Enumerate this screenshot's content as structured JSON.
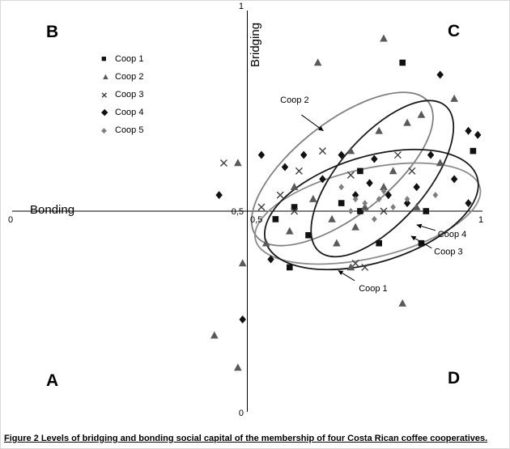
{
  "caption": "Figure 2 Levels of bridging and bonding social capital of the membership of four Costa Rican coffee cooperatives.",
  "chart_data": {
    "type": "scatter",
    "xlabel": "Bonding",
    "ylabel": "Bridging",
    "xlim": [
      0,
      1
    ],
    "ylim": [
      0,
      1
    ],
    "axes_cross": [
      0.5,
      0.5
    ],
    "grid": false,
    "legend_position": "upper-left",
    "ticks": {
      "y_top": "1",
      "y_mid": "0,5",
      "y_bottom": "0",
      "x_left": "0",
      "x_mid": "0,5",
      "x_right": "1"
    },
    "quadrant_labels": {
      "top_left": "B",
      "top_right": "C",
      "bottom_left": "A",
      "bottom_right": "D"
    },
    "series": [
      {
        "name": "Coop 1",
        "marker": "square",
        "glyph": "■",
        "color": "#111111",
        "size": 1,
        "points": [
          [
            0.56,
            0.48
          ],
          [
            0.59,
            0.36
          ],
          [
            0.63,
            0.44
          ],
          [
            0.7,
            0.52
          ],
          [
            0.74,
            0.6
          ],
          [
            0.78,
            0.42
          ],
          [
            0.83,
            0.87
          ],
          [
            0.87,
            0.42
          ],
          [
            0.88,
            0.5
          ],
          [
            0.98,
            0.65
          ],
          [
            0.74,
            0.5
          ],
          [
            0.6,
            0.51
          ]
        ]
      },
      {
        "name": "Coop 2",
        "marker": "triangle",
        "glyph": "▲",
        "color": "#595959",
        "size": 1,
        "points": [
          [
            0.79,
            0.93
          ],
          [
            0.65,
            0.87
          ],
          [
            0.94,
            0.78
          ],
          [
            0.87,
            0.74
          ],
          [
            0.84,
            0.72
          ],
          [
            0.78,
            0.7
          ],
          [
            0.72,
            0.65
          ],
          [
            0.48,
            0.62
          ],
          [
            0.6,
            0.56
          ],
          [
            0.79,
            0.56
          ],
          [
            0.68,
            0.48
          ],
          [
            0.73,
            0.46
          ],
          [
            0.49,
            0.37
          ],
          [
            0.72,
            0.36
          ],
          [
            0.83,
            0.27
          ],
          [
            0.43,
            0.19
          ],
          [
            0.48,
            0.11
          ],
          [
            0.54,
            0.42
          ],
          [
            0.75,
            0.51
          ],
          [
            0.81,
            0.6
          ],
          [
            0.86,
            0.51
          ],
          [
            0.91,
            0.62
          ],
          [
            0.69,
            0.42
          ],
          [
            0.64,
            0.53
          ],
          [
            0.59,
            0.45
          ]
        ]
      },
      {
        "name": "Coop 3",
        "marker": "x",
        "glyph": "×",
        "color": "#3f3f3f",
        "size": 1,
        "points": [
          [
            0.45,
            0.62
          ],
          [
            0.53,
            0.51
          ],
          [
            0.6,
            0.5
          ],
          [
            0.66,
            0.65
          ],
          [
            0.72,
            0.59
          ],
          [
            0.73,
            0.37
          ],
          [
            0.75,
            0.36
          ],
          [
            0.79,
            0.5
          ],
          [
            0.85,
            0.6
          ],
          [
            0.61,
            0.6
          ],
          [
            0.57,
            0.54
          ],
          [
            0.82,
            0.64
          ]
        ]
      },
      {
        "name": "Coop 4",
        "marker": "diamond",
        "glyph": "◆",
        "color": "#111111",
        "size": 1,
        "points": [
          [
            0.44,
            0.54
          ],
          [
            0.53,
            0.64
          ],
          [
            0.62,
            0.64
          ],
          [
            0.7,
            0.64
          ],
          [
            0.77,
            0.63
          ],
          [
            0.8,
            0.54
          ],
          [
            0.86,
            0.56
          ],
          [
            0.91,
            0.84
          ],
          [
            0.97,
            0.7
          ],
          [
            0.99,
            0.69
          ],
          [
            0.97,
            0.52
          ],
          [
            0.55,
            0.38
          ],
          [
            0.49,
            0.23
          ],
          [
            0.58,
            0.61
          ],
          [
            0.66,
            0.58
          ],
          [
            0.73,
            0.54
          ],
          [
            0.76,
            0.57
          ],
          [
            0.84,
            0.52
          ],
          [
            0.89,
            0.64
          ],
          [
            0.94,
            0.58
          ]
        ]
      },
      {
        "name": "Coop 5",
        "marker": "diamond",
        "glyph": "◆",
        "color": "#7f7f7f",
        "size": 0.8,
        "points": [
          [
            0.7,
            0.56
          ],
          [
            0.73,
            0.53
          ],
          [
            0.75,
            0.52
          ],
          [
            0.78,
            0.53
          ],
          [
            0.81,
            0.51
          ],
          [
            0.9,
            0.54
          ],
          [
            0.77,
            0.48
          ],
          [
            0.72,
            0.5
          ],
          [
            0.79,
            0.55
          ],
          [
            0.84,
            0.53
          ]
        ]
      }
    ],
    "ellipses": [
      {
        "label": "Coop 2",
        "color": "#808080",
        "cx": 0.702,
        "cy": 0.605,
        "rx": 0.232,
        "ry": 0.117,
        "rotation_deg": -38
      },
      {
        "label": "Coop 3",
        "color": "#8c8c8c",
        "cx": 0.756,
        "cy": 0.494,
        "rx": 0.245,
        "ry": 0.111,
        "rotation_deg": -13
      },
      {
        "label": "Coop 1",
        "color": "#1a1a1a",
        "cx": 0.764,
        "cy": 0.504,
        "rx": 0.235,
        "ry": 0.132,
        "rotation_deg": -17
      },
      {
        "label": "Coop 4",
        "color": "#1a1a1a",
        "cx": 0.787,
        "cy": 0.581,
        "rx": 0.205,
        "ry": 0.108,
        "rotation_deg": -49
      }
    ],
    "annotations": [
      {
        "text": "Coop 2",
        "label_x": 0.57,
        "label_y": 0.77,
        "arrow": [
          [
            0.615,
            0.74
          ],
          [
            0.662,
            0.7
          ]
        ]
      },
      {
        "text": "Coop 1",
        "label_x": 0.737,
        "label_y": 0.3,
        "arrow": [
          [
            0.728,
            0.327
          ],
          [
            0.693,
            0.352
          ]
        ]
      },
      {
        "text": "Coop 4",
        "label_x": 0.905,
        "label_y": 0.435,
        "arrow": [
          [
            0.9,
            0.452
          ],
          [
            0.86,
            0.466
          ]
        ]
      },
      {
        "text": "Coop 3",
        "label_x": 0.897,
        "label_y": 0.392,
        "arrow": [
          [
            0.892,
            0.408
          ],
          [
            0.848,
            0.438
          ]
        ]
      }
    ]
  }
}
